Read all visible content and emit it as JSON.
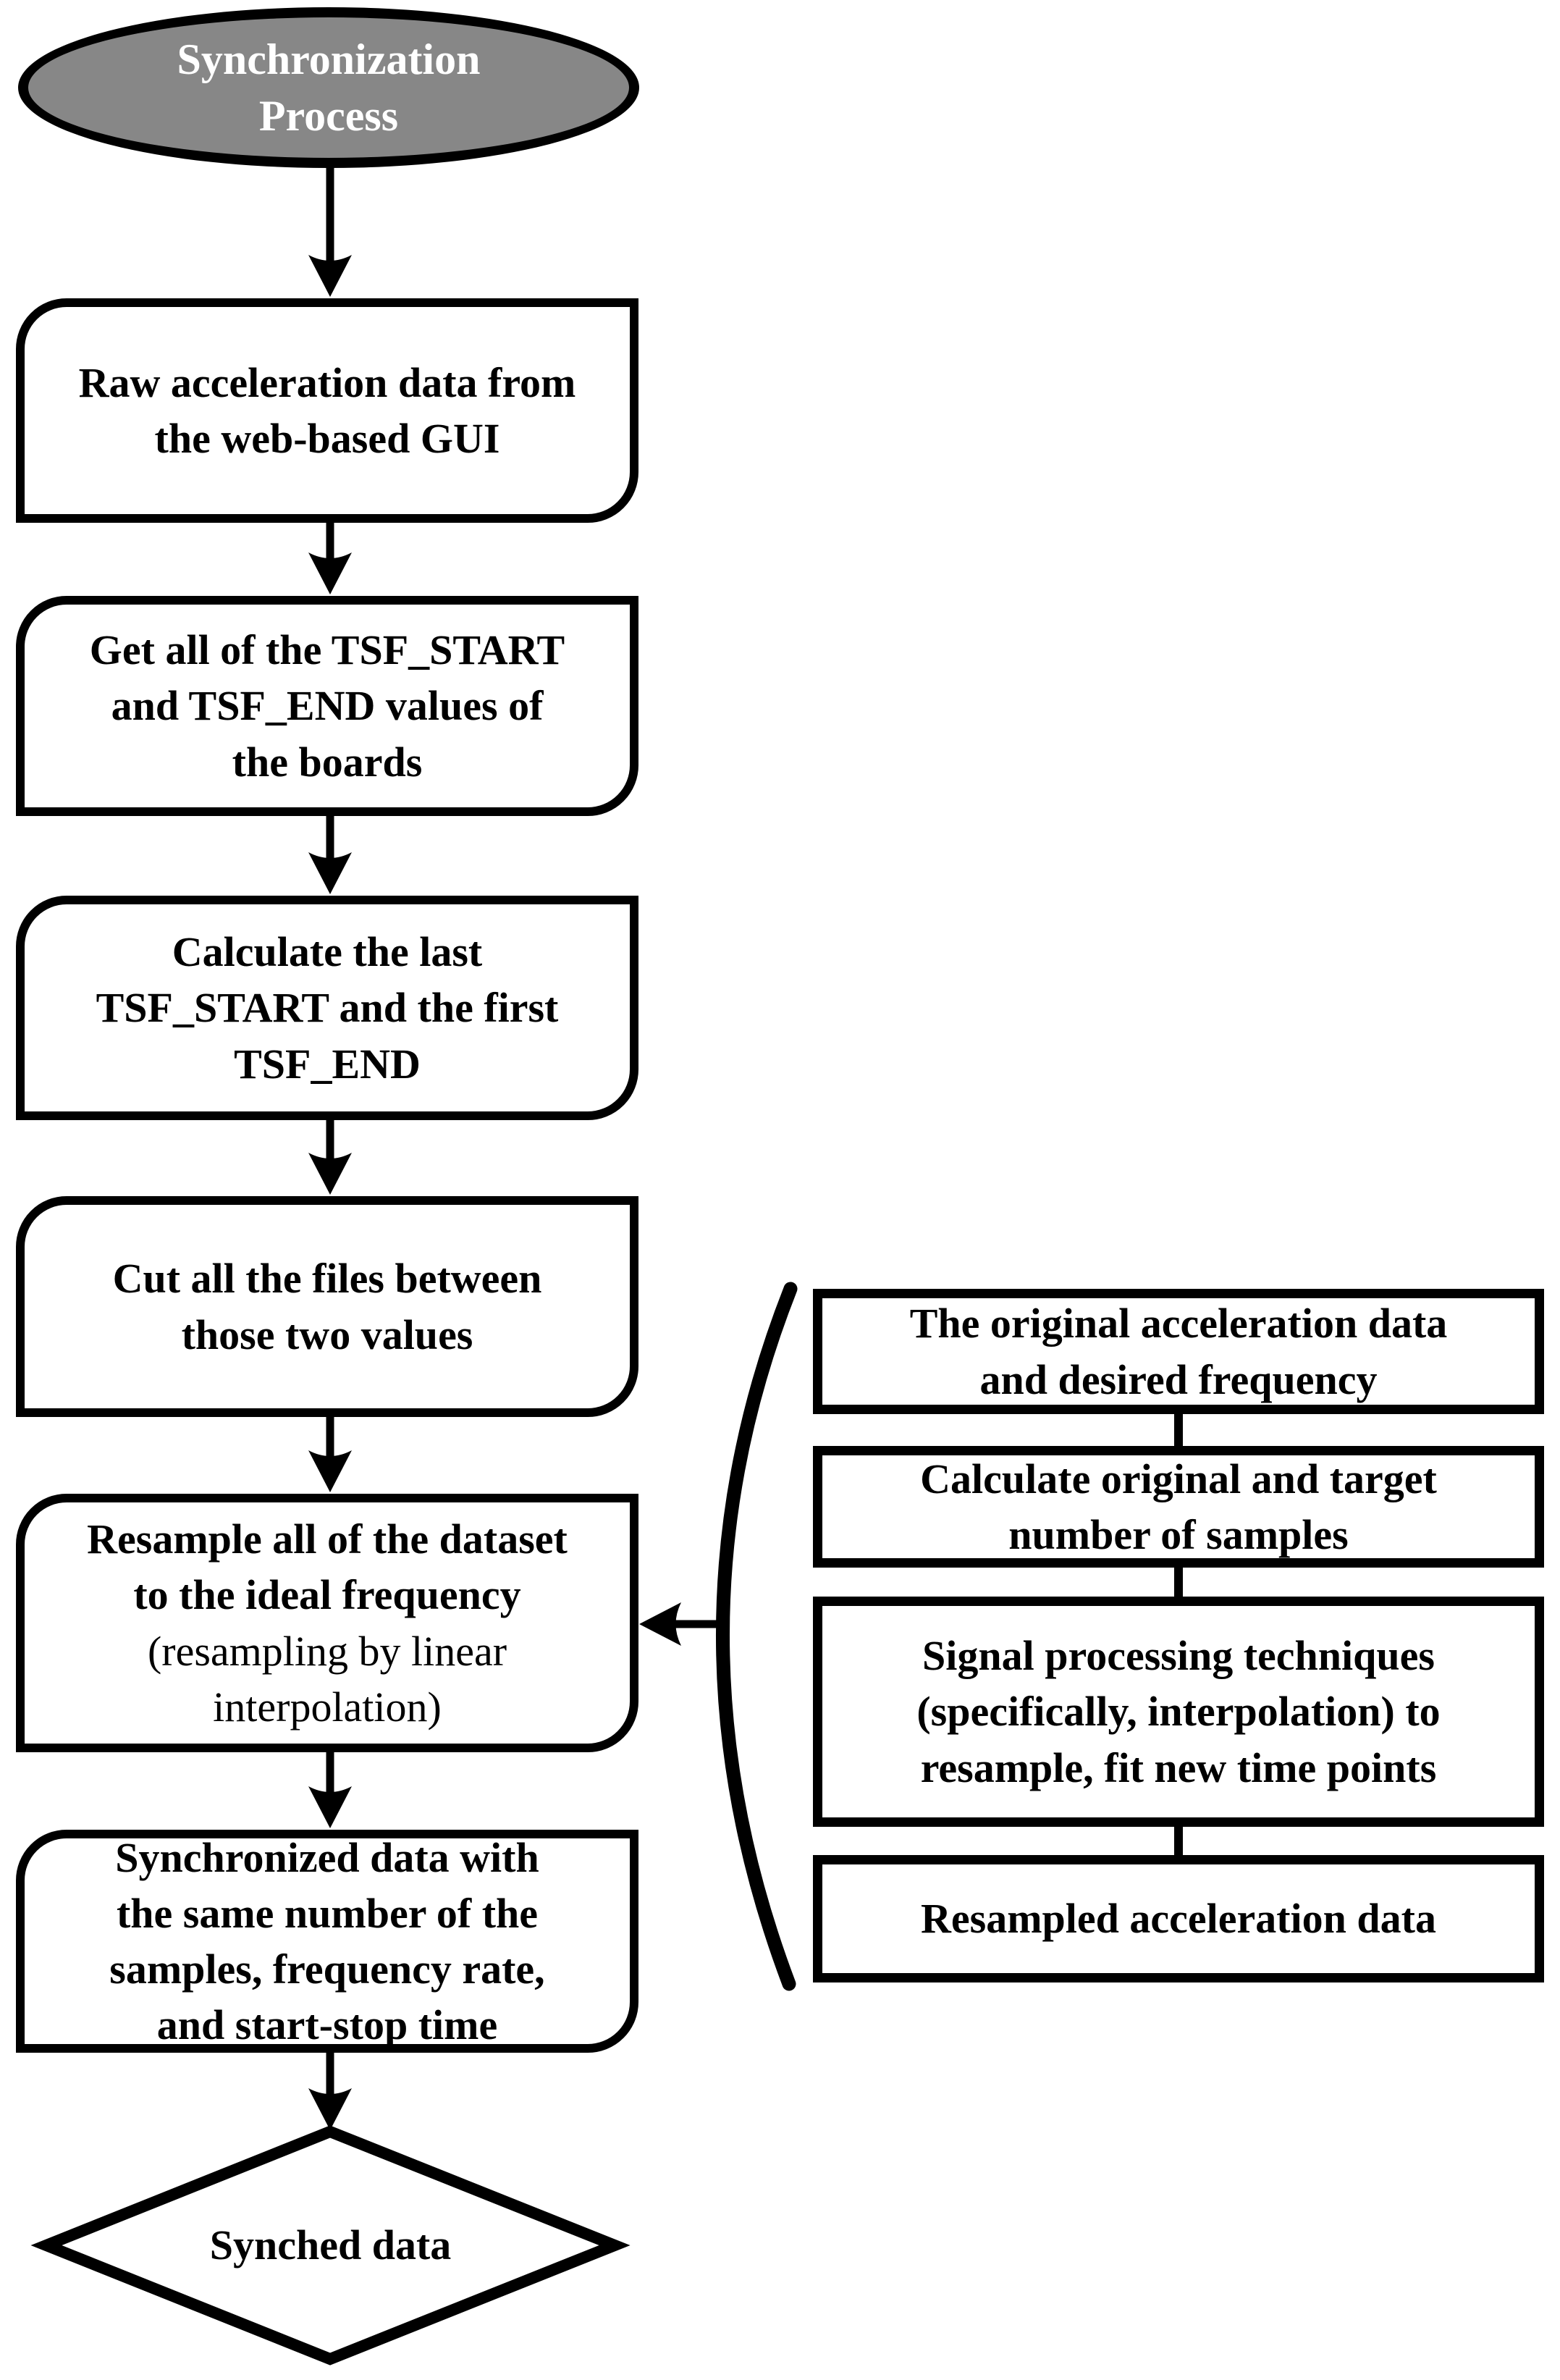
{
  "diagram_title": "Synchronization Process flowchart",
  "colors": {
    "line": "#000000",
    "box_background": "#ffffff",
    "start_fill": "#878787",
    "start_text": "#ffffff"
  },
  "start": {
    "lines": [
      "Synchronization",
      "Process"
    ]
  },
  "main_flow": [
    {
      "id": "raw-data",
      "lines": [
        "Raw acceleration data from",
        "the web-based GUI"
      ]
    },
    {
      "id": "get-tsf",
      "lines": [
        "Get all of the TSF_START",
        "and TSF_END values of",
        "the boards"
      ]
    },
    {
      "id": "calculate-tsf",
      "lines": [
        "Calculate the last",
        "TSF_START and the first",
        "TSF_END"
      ]
    },
    {
      "id": "cut-files",
      "lines": [
        "Cut all the files between",
        "those two values"
      ]
    },
    {
      "id": "resample",
      "lines_bold": [
        "Resample all of the dataset",
        "to the ideal frequency"
      ],
      "lines_note": [
        "(resampling by linear",
        "interpolation)"
      ]
    },
    {
      "id": "synchronized-data",
      "lines": [
        "Synchronized data with",
        "the same number of the",
        "samples, frequency rate,",
        "and start-stop time"
      ]
    }
  ],
  "terminal": {
    "label": "Synched data"
  },
  "side_flow": [
    {
      "id": "original-data",
      "lines": [
        "The original acceleration data",
        "and desired frequency"
      ]
    },
    {
      "id": "calculate-samples",
      "lines": [
        "Calculate original and target",
        "number of samples"
      ]
    },
    {
      "id": "signal-processing",
      "lines": [
        "Signal processing techniques",
        "(specifically, interpolation) to",
        "resample, fit new time points"
      ]
    },
    {
      "id": "resampled-data",
      "lines": [
        "Resampled acceleration data"
      ]
    }
  ]
}
